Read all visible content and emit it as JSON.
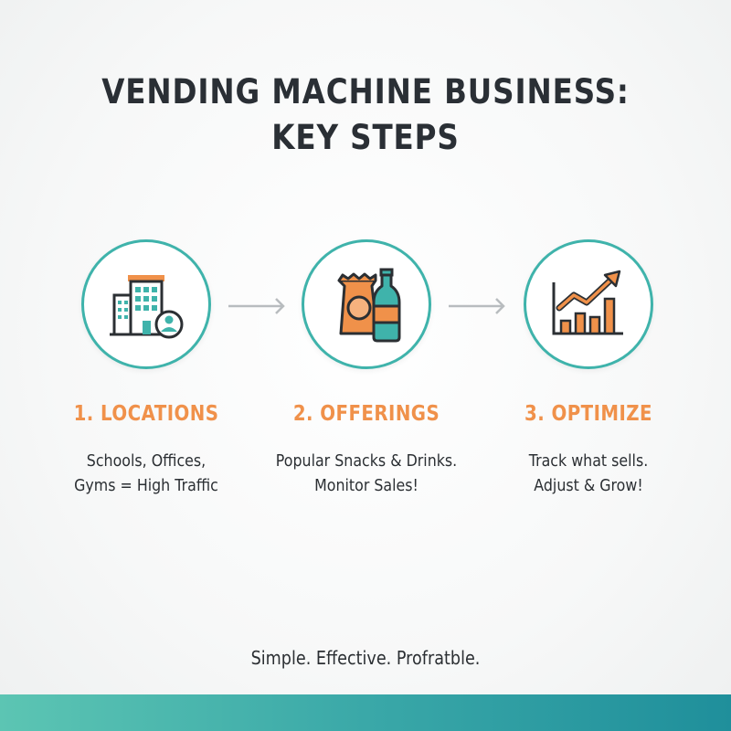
{
  "title": {
    "line1": "VENDING MACHINE BUSINESS:",
    "line2": "KEY STEPS"
  },
  "steps": [
    {
      "title": "1. LOCATIONS",
      "desc_line1": "Schools, Offices,",
      "desc_line2": "Gyms = High Traffic",
      "icon": "building-person-icon"
    },
    {
      "title": "2. OFFERINGS",
      "desc_line1": "Popular Snacks & Drinks.",
      "desc_line2": "Monitor Sales!",
      "icon": "snack-drink-icon"
    },
    {
      "title": "3. OPTIMIZE",
      "desc_line1": "Track what sells.",
      "desc_line2": "Adjust & Grow!",
      "icon": "growth-chart-icon"
    }
  ],
  "tagline": "Simple. Effective. Profratble.",
  "colors": {
    "accent_orange": "#f0914a",
    "accent_teal": "#3fb3ab",
    "text_dark": "#2b2f33",
    "footer_start": "#5cc5b3",
    "footer_end": "#1f8f9b"
  }
}
